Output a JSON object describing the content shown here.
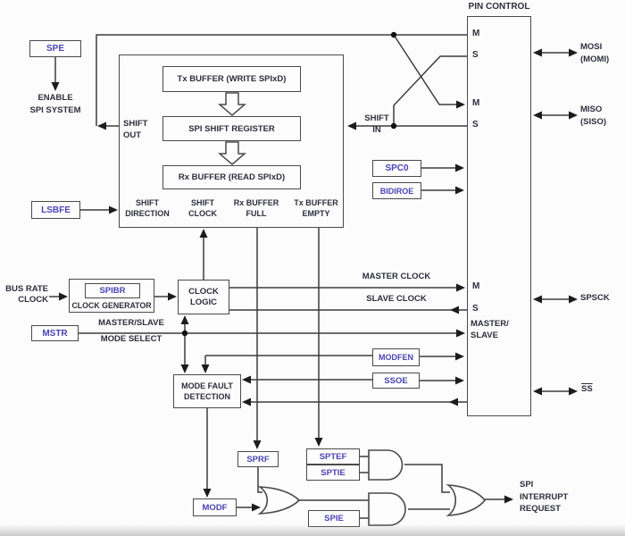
{
  "colors": {
    "accent_register_text": "#4a44b4",
    "plain_text": "#2e2e3e",
    "line": "#3d3d3d",
    "background": "#fcfcfc"
  },
  "pin_control": {
    "title": "PIN CONTROL",
    "pins_left": [
      "M",
      "S",
      "M",
      "S",
      "M",
      "S"
    ],
    "mode_1": "MASTER/",
    "mode_2": "SLAVE"
  },
  "external_pins": {
    "mosi": "MOSI",
    "mosi_alt": "(MOMI)",
    "miso": "MISO",
    "miso_alt": "(SISO)",
    "spsck": "SPSCK",
    "ss": "SS"
  },
  "registers": {
    "spe": "SPE",
    "lsbfe": "LSBFE",
    "mstr": "MSTR",
    "spibr": "SPIBR",
    "spc0": "SPC0",
    "bidiroe": "BIDIROE",
    "modfen": "MODFEN",
    "ssoe": "SSOE",
    "sprf": "SPRF",
    "sptef": "SPTEF",
    "sptie": "SPTIE",
    "spie": "SPIE",
    "modf": "MODF"
  },
  "blocks": {
    "tx_buffer": "Tx BUFFER (WRITE SPIxD)",
    "shift_register": "SPI SHIFT REGISTER",
    "rx_buffer": "Rx BUFFER (READ SPIxD)",
    "clock_generator": "CLOCK GENERATOR",
    "clock_logic_1": "CLOCK",
    "clock_logic_2": "LOGIC",
    "mode_fault_1": "MODE FAULT",
    "mode_fault_2": "DETECTION"
  },
  "labels": {
    "enable_1": "ENABLE",
    "enable_2": "SPI SYSTEM",
    "shift_out_1": "SHIFT",
    "shift_out_2": "OUT",
    "shift_in_1": "SHIFT",
    "shift_in_2": "IN",
    "shift_direction_1": "SHIFT",
    "shift_direction_2": "DIRECTION",
    "shift_clock_1": "SHIFT",
    "shift_clock_2": "CLOCK",
    "rx_full_1": "Rx BUFFER",
    "rx_full_2": "FULL",
    "tx_empty_1": "Tx BUFFER",
    "tx_empty_2": "EMPTY",
    "bus_rate_1": "BUS RATE",
    "bus_rate_2": "CLOCK",
    "master_clock": "MASTER CLOCK",
    "slave_clock": "SLAVE CLOCK",
    "mode_select_1": "MASTER/SLAVE",
    "mode_select_2": "MODE SELECT",
    "irq_1": "SPI",
    "irq_2": "INTERRUPT",
    "irq_3": "REQUEST"
  }
}
